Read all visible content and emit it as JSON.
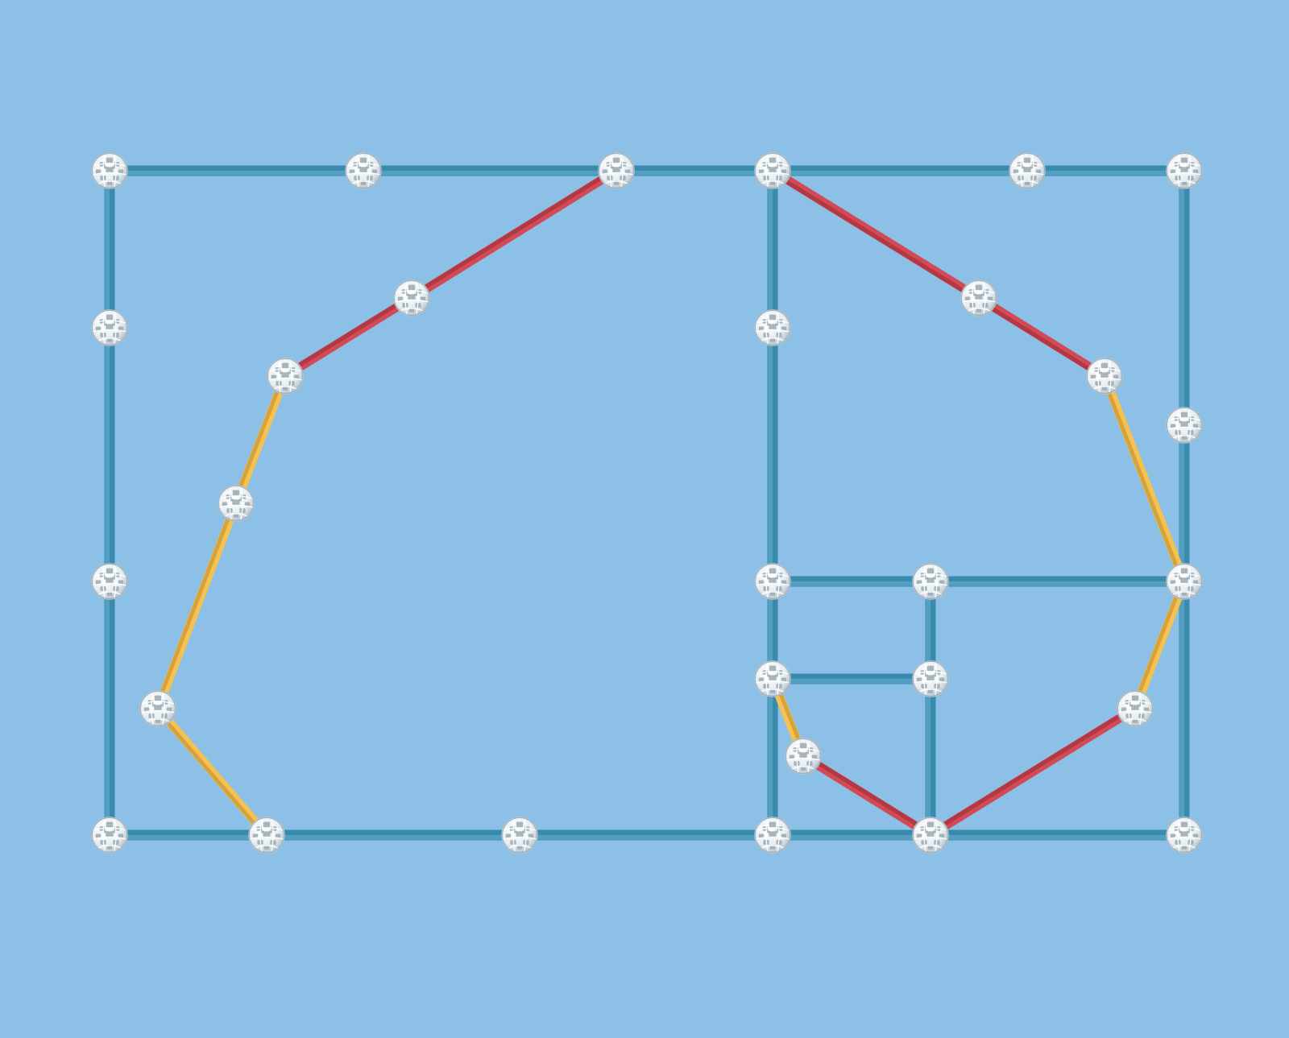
{
  "colors": {
    "background": "#8cc0e7",
    "blue_strut": "#3a8aad",
    "blue_strut_highlight": "#5aa6c9",
    "red_strut": "#d24a55",
    "red_strut_shade": "#a8323d",
    "yellow_strut": "#f5c14f",
    "yellow_strut_shade": "#c99a3a",
    "ball_fill": "#eef3f6",
    "ball_hole": "#9aa8b2",
    "ball_outline": "#b9c5cd"
  },
  "icons": {
    "node": "zometool-ball-icon"
  },
  "nodes": [
    {
      "id": "n1"
    },
    {
      "id": "n2"
    },
    {
      "id": "n3"
    },
    {
      "id": "n4"
    },
    {
      "id": "n5"
    },
    {
      "id": "n6"
    },
    {
      "id": "n7"
    },
    {
      "id": "n8"
    },
    {
      "id": "n9"
    },
    {
      "id": "n10"
    },
    {
      "id": "n11"
    },
    {
      "id": "n12"
    },
    {
      "id": "n13"
    },
    {
      "id": "n14"
    },
    {
      "id": "n15"
    },
    {
      "id": "n16"
    },
    {
      "id": "n17"
    },
    {
      "id": "n18"
    },
    {
      "id": "n19"
    },
    {
      "id": "n20"
    },
    {
      "id": "n21"
    },
    {
      "id": "n22"
    },
    {
      "id": "n23"
    },
    {
      "id": "n24"
    },
    {
      "id": "n25"
    },
    {
      "id": "n26"
    },
    {
      "id": "n27"
    },
    {
      "id": "n28"
    },
    {
      "id": "n29"
    },
    {
      "id": "n30"
    }
  ],
  "struts": [
    {
      "from": "n1",
      "to": "n2",
      "color": "blue"
    },
    {
      "from": "n2",
      "to": "n3",
      "color": "blue"
    },
    {
      "from": "n3",
      "to": "n4",
      "color": "blue"
    },
    {
      "from": "n4",
      "to": "n5",
      "color": "blue"
    },
    {
      "from": "n5",
      "to": "n6",
      "color": "blue"
    },
    {
      "from": "n1",
      "to": "n7",
      "color": "blue"
    },
    {
      "from": "n7",
      "to": "n8",
      "color": "blue"
    },
    {
      "from": "n8",
      "to": "n9",
      "color": "blue"
    },
    {
      "from": "n9",
      "to": "n10",
      "color": "blue"
    },
    {
      "from": "n10",
      "to": "n11",
      "color": "blue"
    },
    {
      "from": "n11",
      "to": "n12",
      "color": "blue"
    },
    {
      "from": "n12",
      "to": "n13",
      "color": "blue"
    },
    {
      "from": "n13",
      "to": "n14",
      "color": "blue"
    },
    {
      "from": "n6",
      "to": "n15",
      "color": "blue"
    },
    {
      "from": "n15",
      "to": "n16",
      "color": "blue"
    },
    {
      "from": "n16",
      "to": "n14",
      "color": "blue"
    },
    {
      "from": "n4",
      "to": "n17",
      "color": "blue"
    },
    {
      "from": "n17",
      "to": "n18",
      "color": "blue"
    },
    {
      "from": "n18",
      "to": "n19",
      "color": "blue"
    },
    {
      "from": "n19",
      "to": "n12",
      "color": "blue"
    },
    {
      "from": "n18",
      "to": "n20",
      "color": "blue"
    },
    {
      "from": "n20",
      "to": "n16",
      "color": "blue"
    },
    {
      "from": "n19",
      "to": "n21",
      "color": "blue"
    },
    {
      "from": "n20",
      "to": "n21",
      "color": "blue"
    },
    {
      "from": "n21",
      "to": "n13",
      "color": "blue"
    },
    {
      "from": "n3",
      "to": "n22",
      "color": "red"
    },
    {
      "from": "n22",
      "to": "n23",
      "color": "red"
    },
    {
      "from": "n23",
      "to": "n24",
      "color": "yellow"
    },
    {
      "from": "n24",
      "to": "n25",
      "color": "yellow"
    },
    {
      "from": "n25",
      "to": "n10",
      "color": "yellow"
    },
    {
      "from": "n4",
      "to": "n26",
      "color": "red"
    },
    {
      "from": "n26",
      "to": "n27",
      "color": "red"
    },
    {
      "from": "n27",
      "to": "n16",
      "color": "yellow"
    },
    {
      "from": "n16",
      "to": "n28",
      "color": "yellow"
    },
    {
      "from": "n28",
      "to": "n13",
      "color": "red"
    },
    {
      "from": "n13",
      "to": "n29",
      "color": "red"
    },
    {
      "from": "n29",
      "to": "n19",
      "color": "yellow"
    }
  ]
}
